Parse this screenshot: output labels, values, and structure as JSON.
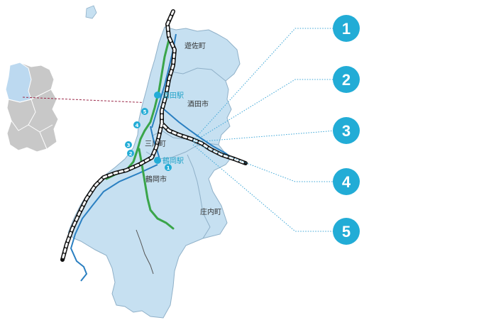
{
  "labels": {
    "yuza": "遊佐町",
    "sakata_city": "酒田市",
    "mikawa": "三川町",
    "tsuruoka_city": "鶴岡市",
    "shonai": "庄内町",
    "sakata_station": "酒田駅",
    "tsuruoka_station": "鶴岡駅"
  },
  "markers": [
    "1",
    "2",
    "3",
    "4",
    "5"
  ],
  "colors": {
    "land": "#c6e0f1",
    "border": "#8fb0c8",
    "river": "#2a7fc1",
    "green_route": "#3aa54a",
    "marker": "#22acd6",
    "leader": "#3aa5d6",
    "dash_red": "#9c2a4a",
    "prefecture_grey": "#c8c8c8",
    "prefecture_highlight": "#bcd9f0"
  }
}
